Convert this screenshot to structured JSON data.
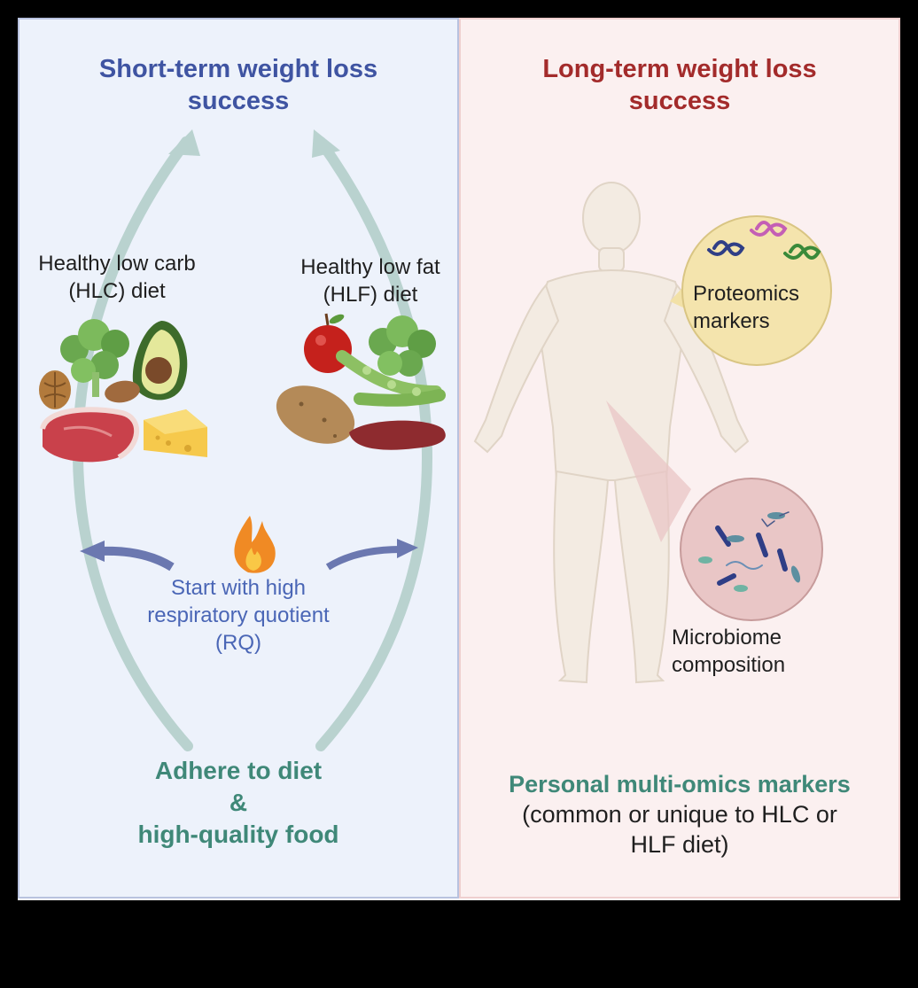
{
  "left_panel": {
    "title_line1": "Short-term weight loss",
    "title_line2": "success",
    "hlc_line1": "Healthy low carb",
    "hlc_line2": "(HLC) diet",
    "hlf_line1": "Healthy low fat",
    "hlf_line2": "(HLF) diet",
    "rq_line1": "Start with high",
    "rq_line2": "respiratory quotient",
    "rq_line3": "(RQ)",
    "adhere_line1": "Adhere to diet",
    "adhere_line2": "&",
    "adhere_line3": "high-quality food"
  },
  "right_panel": {
    "title_line1": "Long-term weight loss",
    "title_line2": "success",
    "proteomics_line1": "Proteomics",
    "proteomics_line2": "markers",
    "microbiome_line1": "Microbiome",
    "microbiome_line2": "composition",
    "omics_line1": "Personal multi-omics markers",
    "omics_line2": "(common or unique to HLC or",
    "omics_line3": "HLF diet)"
  },
  "colors": {
    "left_title": "#3f54a2",
    "right_title": "#a32b2b",
    "teal_text": "#3f8878",
    "rq_text": "#4a66b6",
    "arrow_teal": "#b9d2cf",
    "left_bg": "#edf2fb",
    "right_bg": "#fbf0f0"
  },
  "icons": {
    "flame": "flame-icon",
    "kale": "kale-icon",
    "avocado": "avocado-icon",
    "walnut": "walnut-icon",
    "almond": "almond-icon",
    "steak": "steak-icon",
    "cheese": "cheese-icon",
    "apple": "apple-icon",
    "potato": "potato-icon",
    "edamame": "edamame-icon",
    "meat": "lean-meat-icon",
    "human": "human-body-icon",
    "protein": "protein-icon",
    "bacteria": "bacteria-icon"
  }
}
